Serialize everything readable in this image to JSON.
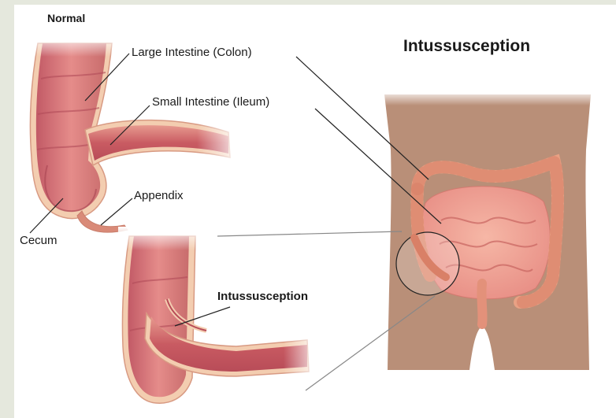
{
  "title": "Intussusception",
  "labels": {
    "normal": "Normal",
    "large_intestine": "Large Intestine (Colon)",
    "small_intestine": "Small Intestine (Ileum)",
    "appendix": "Appendix",
    "cecum": "Cecum",
    "intussusception": "Intussusception"
  },
  "colors": {
    "background": "#e5e8dd",
    "panel": "#ffffff",
    "skin": "#b98f78",
    "colon": "#e9a184",
    "colon_dark": "#c86b6b",
    "colon_border": "#f2d2b6",
    "leader_line": "#222222"
  }
}
